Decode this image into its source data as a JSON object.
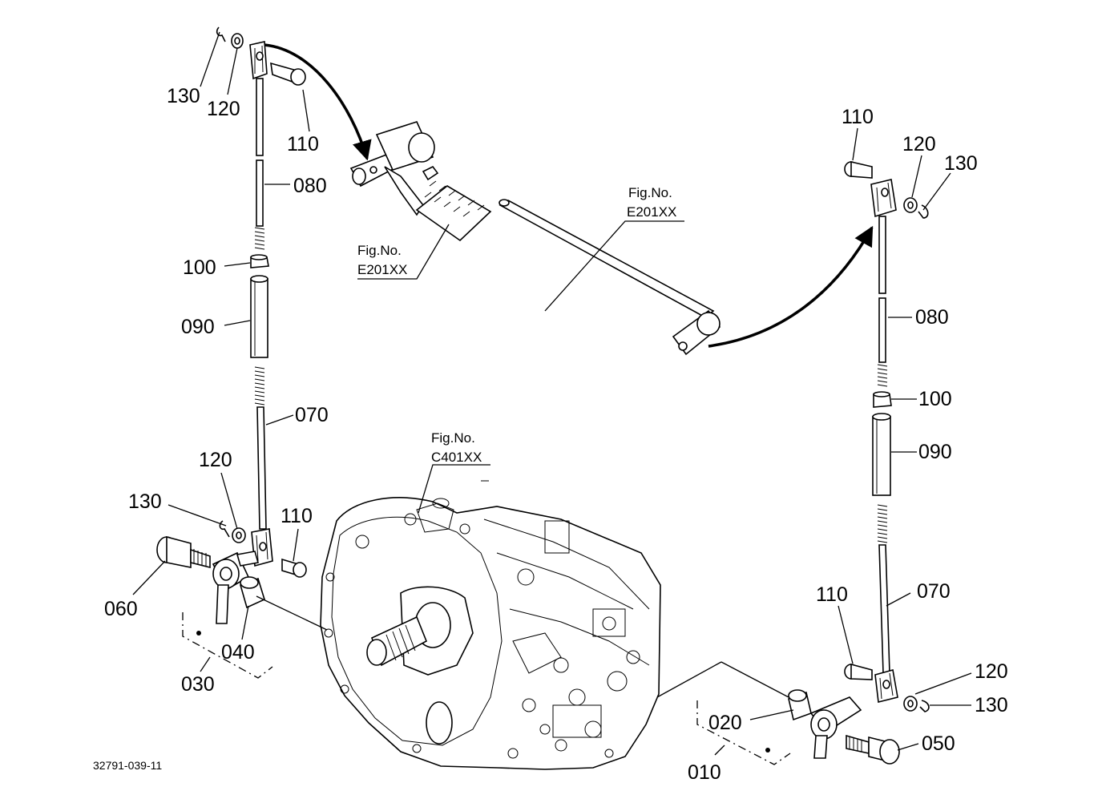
{
  "drawing_number": "32791-039-11",
  "left_assembly": {
    "cotter_pin_top": "130",
    "washer_top": "120",
    "pin_top": "110",
    "rod_upper": "080",
    "nut": "100",
    "turnbuckle": "090",
    "rod_lower": "070",
    "washer_bottom": "120",
    "cotter_pin_bottom": "130",
    "pin_bottom": "110",
    "bolt": "060",
    "bushing": "040",
    "lever_assembly": "030"
  },
  "right_assembly": {
    "pin_top": "110",
    "washer_top": "120",
    "cotter_pin_top": "130",
    "rod_upper": "080",
    "nut": "100",
    "turnbuckle": "090",
    "rod_lower": "070",
    "pin_bottom": "110",
    "washer_bottom": "120",
    "cotter_pin_bottom": "130",
    "bolt": "050",
    "bushing": "020",
    "lever_assembly": "010"
  },
  "references": {
    "pedal_fig_label": "Fig.No.",
    "pedal_fig_number": "E201XX",
    "shaft_fig_label": "Fig.No.",
    "shaft_fig_number": "E201XX",
    "transmission_fig_label": "Fig.No.",
    "transmission_fig_number": "C401XX"
  }
}
